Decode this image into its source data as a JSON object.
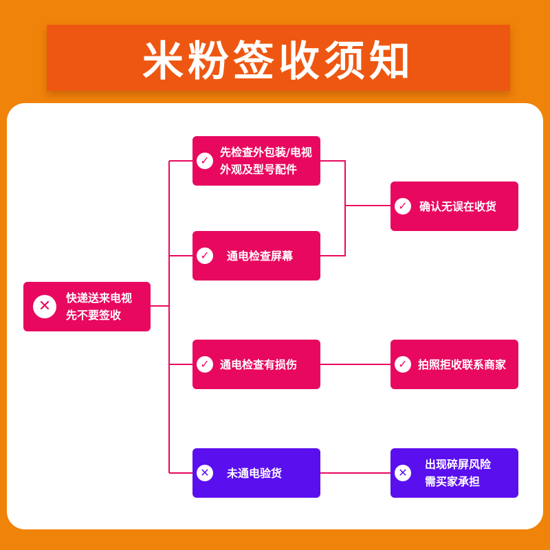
{
  "title": "米粉签收须知",
  "start": {
    "lines": [
      "快递送来电视",
      "先不要签收"
    ],
    "icon": "cross-icon"
  },
  "checks": [
    {
      "lines": [
        "先检查外包装/电视",
        "外观及型号配件"
      ],
      "icon": "check-icon"
    },
    {
      "lines": [
        "通电检查屏幕"
      ],
      "icon": "check-icon"
    },
    {
      "lines": [
        "通电检查有损伤"
      ],
      "icon": "check-icon"
    },
    {
      "lines": [
        "未通电验货"
      ],
      "icon": "cross-icon"
    }
  ],
  "results": [
    {
      "lines": [
        "确认无误在收货"
      ],
      "icon": "check-icon"
    },
    {
      "lines": [
        "拍照拒收联系商家"
      ],
      "icon": "check-icon"
    },
    {
      "lines": [
        "出现碎屏风险",
        "需买家承担"
      ],
      "icon": "cross-icon"
    }
  ],
  "colors": {
    "background": "#f0830a",
    "banner": "#ee5711",
    "pink_box": "#e8085f",
    "purple_box": "#5a0fee",
    "connector": "#e8085f"
  }
}
